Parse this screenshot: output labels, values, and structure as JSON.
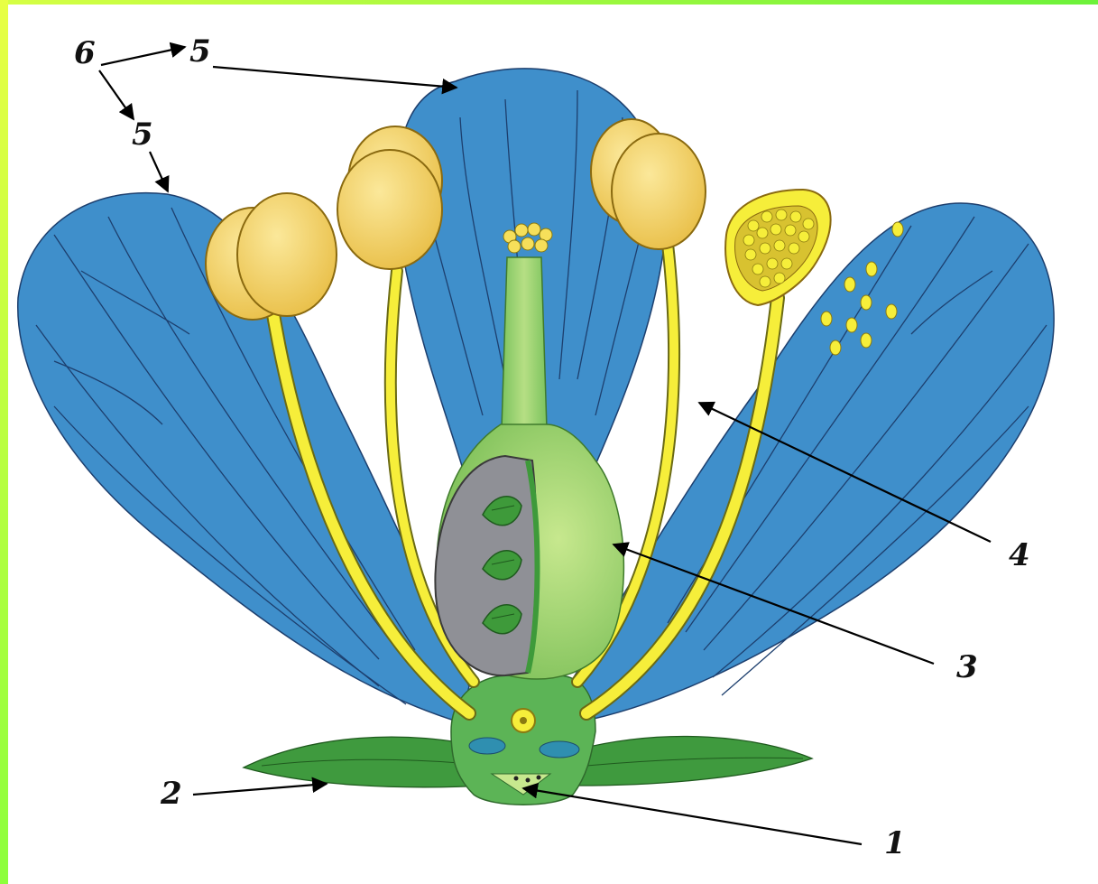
{
  "diagram": {
    "labels": {
      "l1": "1",
      "l2": "2",
      "l3": "3",
      "l4": "4",
      "l5a": "5",
      "l5b": "5",
      "l6": "6"
    }
  },
  "colors": {
    "petal": "#3f8fcb",
    "vein": "#1d3f6e",
    "anther": "#f2d36a",
    "filament": "#f6ee3a",
    "pistil": "#8ccc6c",
    "ovary_cavity": "#8f9096",
    "ovule": "#3e9a3a",
    "sepal": "#3f9a3e",
    "receptacle": "#5cb456",
    "frame_accent": "#8cff3c"
  }
}
